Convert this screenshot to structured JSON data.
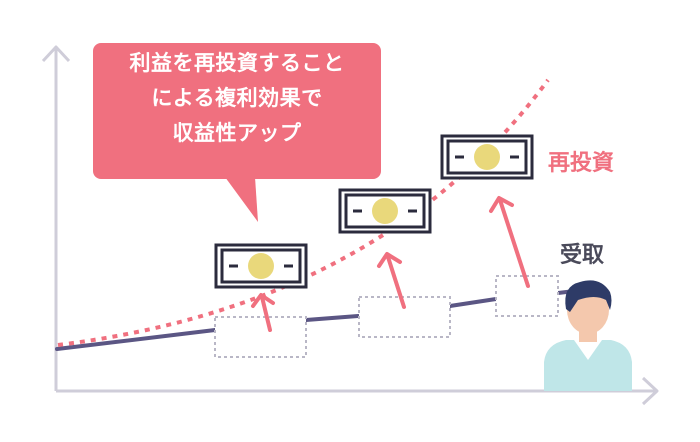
{
  "callout": {
    "lines": [
      "利益を再投資すること",
      "による複利効果で",
      "収益性アップ"
    ]
  },
  "labels": {
    "reinvest": "再投資",
    "receive": "受取"
  },
  "colors": {
    "accent": "#f0707f",
    "line_receive": "#5b5684",
    "axis": "#cfcdd9",
    "coin": "#e9d87b",
    "dotted_box": "#b9b7c6",
    "label_receive": "#4a4a5a",
    "person_hair": "#2e3b67",
    "person_skin": "#f4c8ad",
    "person_shirt": "#bfe6e8"
  },
  "icons": {
    "banknote": "banknote-icon",
    "arrow": "up-arrow-icon",
    "person": "person-icon"
  }
}
